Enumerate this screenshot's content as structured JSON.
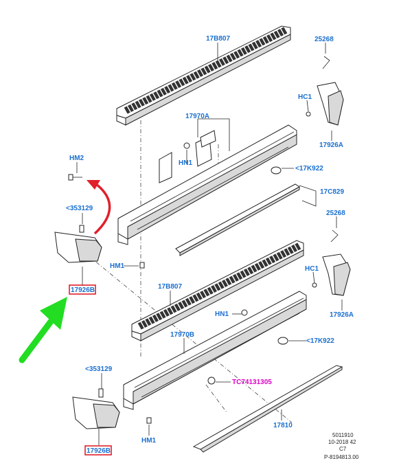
{
  "labels": {
    "p17B807_top": "17B807",
    "p25268_top": "25268",
    "hc1_top": "HC1",
    "p17926A_top": "17926A",
    "p17970A": "17970A",
    "hn1_top": "HN1",
    "hm2": "HM2",
    "p17K922_top": "<17K922",
    "p353129_top": "<353129",
    "p17C829": "17C829",
    "hm1_top": "HM1",
    "p17926B_top": "17926B",
    "p25268_bot": "25268",
    "hc1_bot": "HC1",
    "p17B807_bot": "17B807",
    "hn1_bot": "HN1",
    "p17926A_bot": "17926A",
    "p17970B": "17970B",
    "p17K922_bot": "<17K922",
    "p353129_bot": "<353129",
    "tc74131305": "TC74131305",
    "p17810": "17810",
    "hm1_bot": "HM1",
    "p17926B_bot": "17926B"
  },
  "meta": {
    "line1": "5011910",
    "line2": "10-2018 42",
    "line3": "C7",
    "line4": "P-8194813.00"
  },
  "colors": {
    "label": "#1a6fd0",
    "highlight_box": "#e0202a",
    "accent_label": "#e000c8",
    "arrow_red": "#e0202a",
    "arrow_green": "#22dd22"
  }
}
